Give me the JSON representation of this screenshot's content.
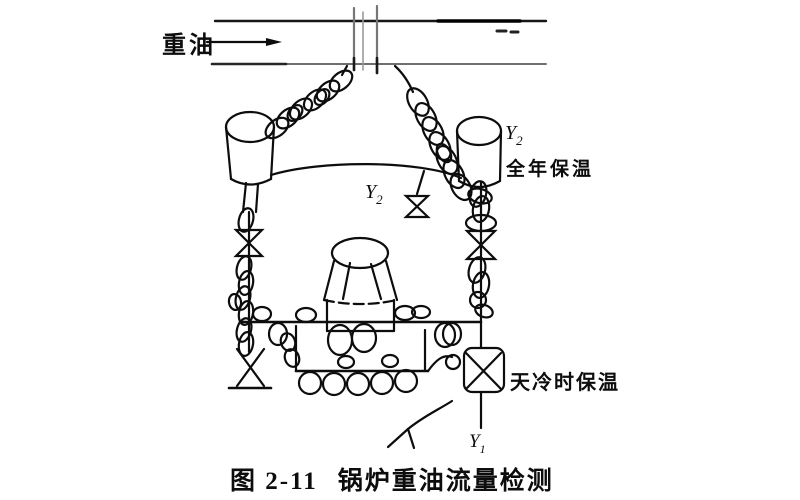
{
  "colors": {
    "background": "#ffffff",
    "ink": "#0d0d0d",
    "pipe_gray": "#6f6f6f"
  },
  "diagram": {
    "inlet_label": "重油",
    "valve_labels": {
      "y_base": "Y",
      "y2_sub": "2",
      "y1_sub": "1"
    },
    "annotations": {
      "year_round_insulation": "全年保温",
      "cold_weather_insulation": "天冷时保温"
    },
    "caption": {
      "figure_no": "图 2-11",
      "title": "锅炉重油流量检测"
    }
  }
}
